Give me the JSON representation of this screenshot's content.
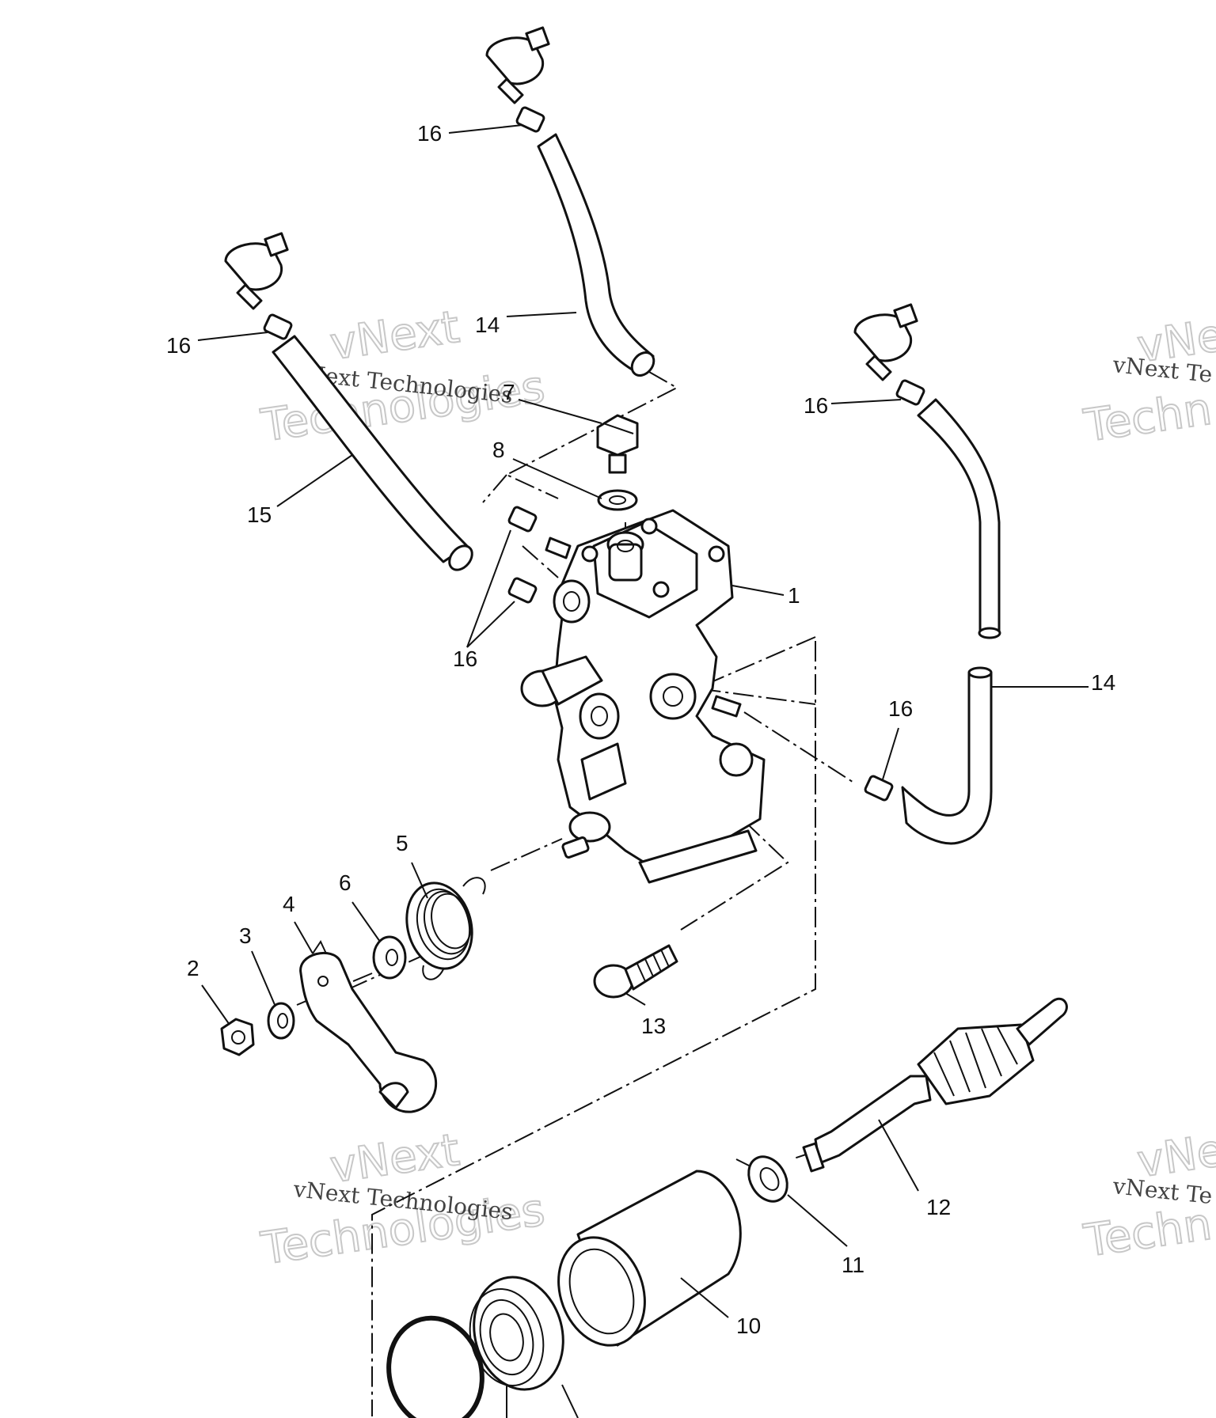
{
  "diagram": {
    "callouts": [
      {
        "id": "c16a",
        "text": "16"
      },
      {
        "id": "c14a",
        "text": "14"
      },
      {
        "id": "c16b",
        "text": "16"
      },
      {
        "id": "c7",
        "text": "7"
      },
      {
        "id": "c16c",
        "text": "16"
      },
      {
        "id": "c8",
        "text": "8"
      },
      {
        "id": "c15",
        "text": "15"
      },
      {
        "id": "c1",
        "text": "1"
      },
      {
        "id": "c16d",
        "text": "16"
      },
      {
        "id": "c14b",
        "text": "14"
      },
      {
        "id": "c16e",
        "text": "16"
      },
      {
        "id": "c5",
        "text": "5"
      },
      {
        "id": "c6",
        "text": "6"
      },
      {
        "id": "c4",
        "text": "4"
      },
      {
        "id": "c3",
        "text": "3"
      },
      {
        "id": "c2",
        "text": "2"
      },
      {
        "id": "c13",
        "text": "13"
      },
      {
        "id": "c12",
        "text": "12"
      },
      {
        "id": "c11",
        "text": "11"
      },
      {
        "id": "c10",
        "text": "10"
      }
    ],
    "watermark": {
      "line1": "vNext",
      "line2": "Technologies",
      "small": "vNext Technologies",
      "small_cut": "vNext Te",
      "line1_cut": "vNe",
      "line2_cut": "Techn"
    }
  }
}
